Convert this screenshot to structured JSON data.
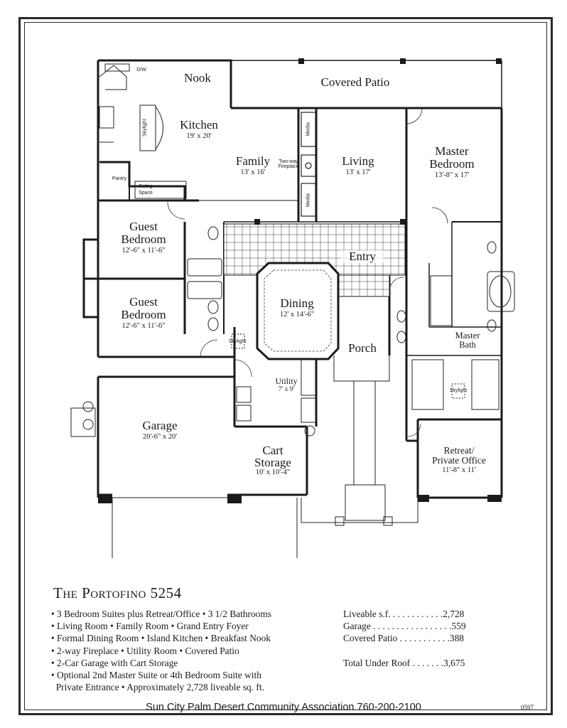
{
  "plan": {
    "rooms": {
      "nook": {
        "name": "Nook"
      },
      "covered_patio": {
        "name": "Covered Patio"
      },
      "kitchen": {
        "name": "Kitchen",
        "dim": "19' x 20'"
      },
      "family": {
        "name": "Family",
        "dim": "13' x 16'"
      },
      "living": {
        "name": "Living",
        "dim": "13' x 17'"
      },
      "master_bedroom": {
        "name": "Master\nBedroom",
        "dim": "13'-8\" x 17'"
      },
      "guest_bedroom_1": {
        "name": "Guest\nBedroom",
        "dim": "12'-6\" x 11'-6\""
      },
      "guest_bedroom_2": {
        "name": "Guest\nBedroom",
        "dim": "12'-6\" x 11'-6\""
      },
      "entry": {
        "name": "Entry"
      },
      "dining": {
        "name": "Dining",
        "dim": "12' x 14'-6\""
      },
      "porch": {
        "name": "Porch"
      },
      "master_bath": {
        "name": "Master\nBath"
      },
      "utility": {
        "name": "Utility",
        "dim": "7' x 9'"
      },
      "garage": {
        "name": "Garage",
        "dim": "20'-6\" x 20'"
      },
      "cart_storage": {
        "name": "Cart\nStorage",
        "dim": "10' x 10'-4\""
      },
      "retreat": {
        "name": "Retreat/\nPrivate Office",
        "dim": "11'-8\" x 11'"
      }
    },
    "small_labels": {
      "dw": "D/W",
      "pantry": "Pantry",
      "refrig": "Refrig",
      "space": "Space",
      "media_top": "Media",
      "media_bottom": "Media",
      "fireplace": "Two-way\nFireplace",
      "skylight_kitchen": "Skylight",
      "skylight_hall": "Skylight",
      "skylight_bath": "Skylight"
    }
  },
  "listing": {
    "title_main": "The Portofino",
    "title_number": "5254",
    "features": [
      "• 3 Bedroom Suites plus Retreat/Office • 3 1/2 Bathrooms",
      "• Living Room • Family Room • Grand Entry Foyer",
      "• Formal Dining Room  • Island Kitchen • Breakfast Nook",
      "• 2-way Fireplace • Utility Room • Covered Patio",
      "• 2-Car Garage with Cart Storage",
      "• Optional 2nd Master Suite or 4th Bedroom Suite with",
      "  Private Entrance • Approximately 2,728 liveable sq. ft."
    ],
    "stats": {
      "liveable": "Liveable s.f.  . . . . . . . . . . .2,728",
      "garage": "Garage . . . . . . . . . . . . . . . . .559",
      "patio": "Covered Patio  . . . . . . . . . . .388",
      "total": "Total Under Roof . . . . . . .3,675"
    }
  },
  "footer": {
    "association": "Sun City Palm Desert Community Association  760-200-2100",
    "code": "0597"
  }
}
